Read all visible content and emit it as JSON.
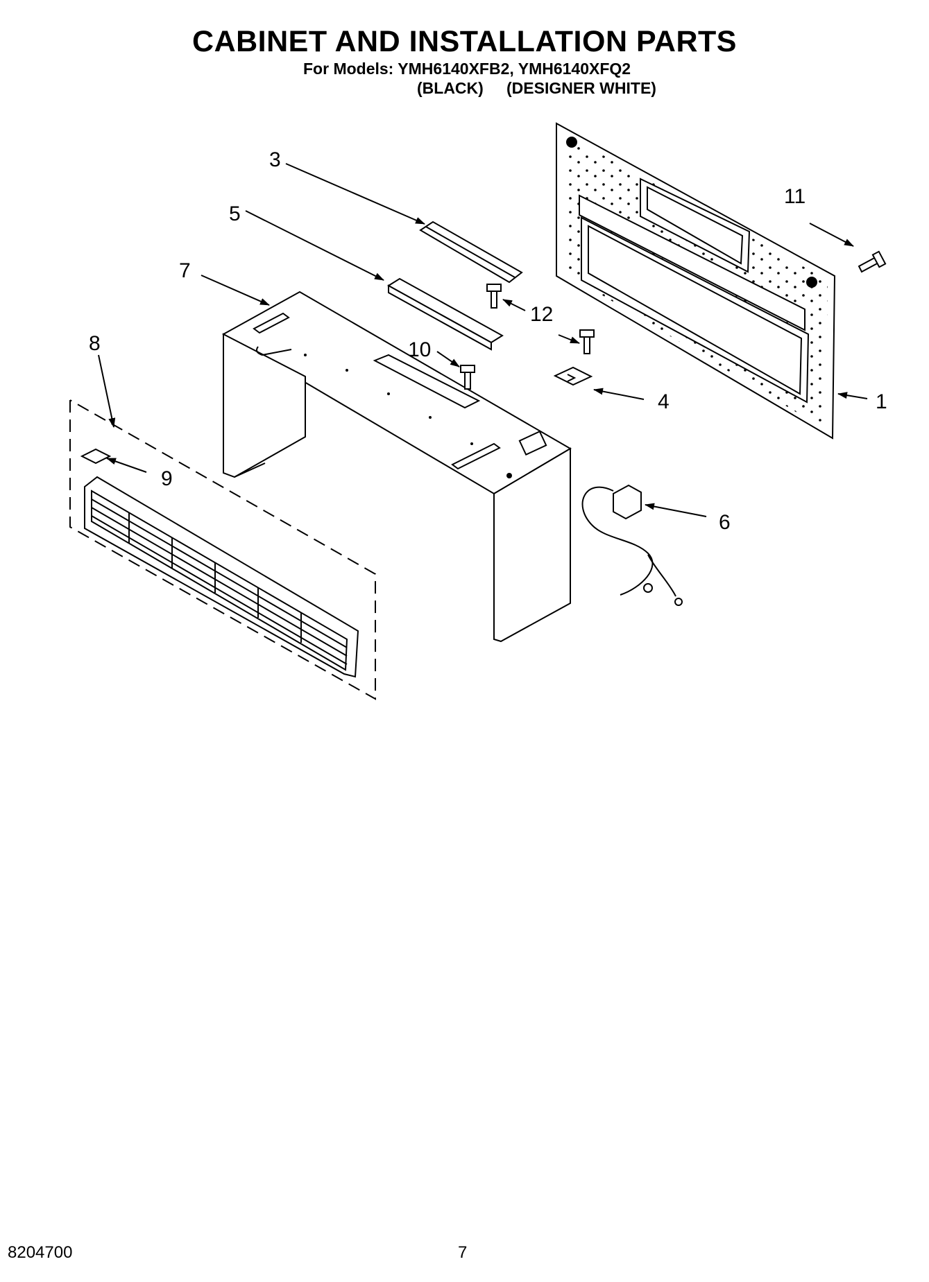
{
  "header": {
    "title": "CABINET AND INSTALLATION PARTS",
    "models_line": "For Models: YMH6140XFB2, YMH6140XFQ2",
    "variant_black": "(BLACK)",
    "variant_white": "(DESIGNER WHITE)"
  },
  "callouts": {
    "c1": "1",
    "c3": "3",
    "c4": "4",
    "c5": "5",
    "c6": "6",
    "c7": "7",
    "c8": "8",
    "c9": "9",
    "c10": "10",
    "c11": "11",
    "c12": "12"
  },
  "footer": {
    "doc_number": "8204700",
    "page_number": "7"
  }
}
